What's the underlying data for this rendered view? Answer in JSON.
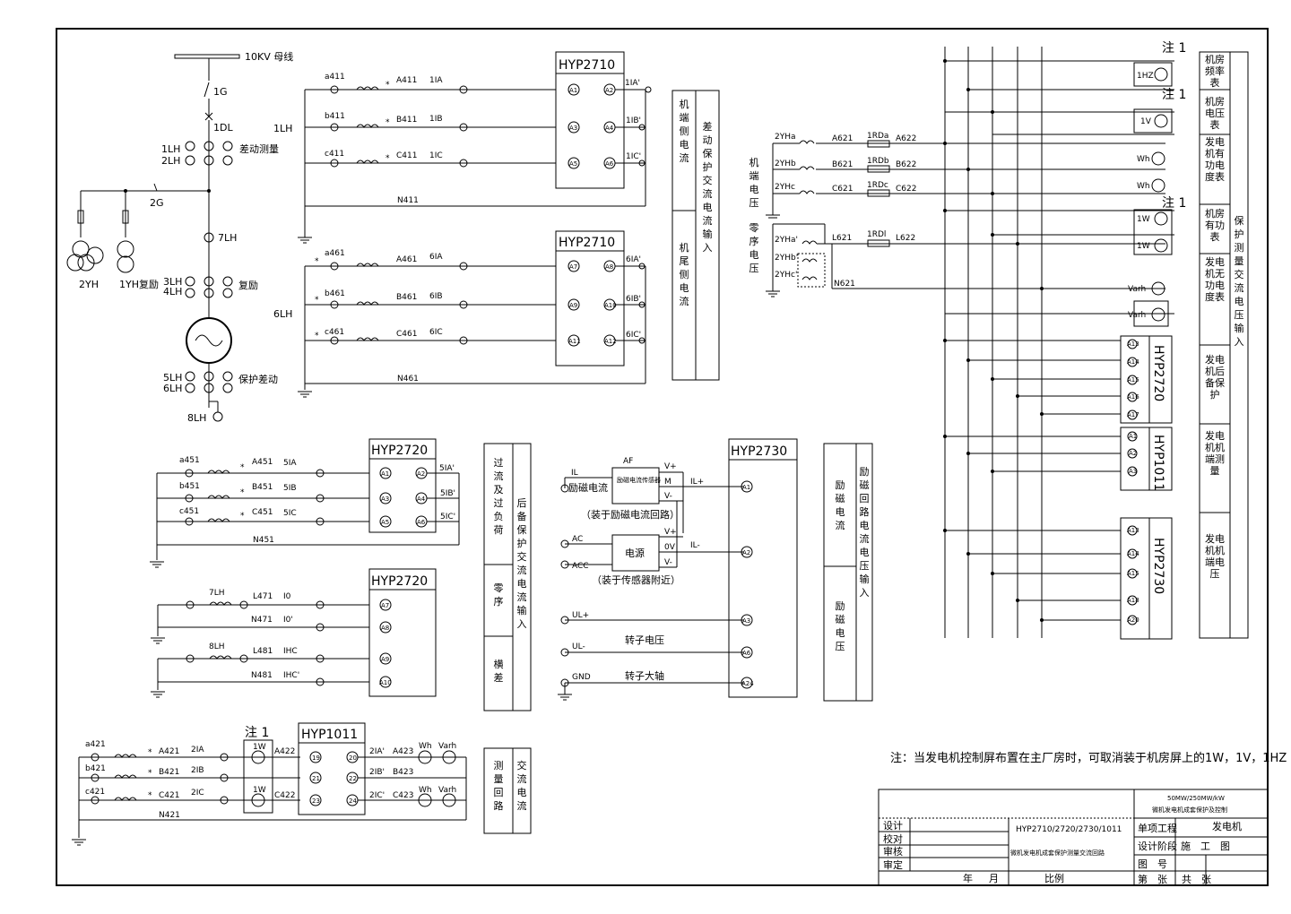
{
  "source_line": {
    "bus": "10KV 母线",
    "switch": "1G",
    "breaker": "1DL",
    "ct1": "1LH",
    "ct2": "2LH",
    "ct12_label": "差动测量",
    "pt_switch": "2G",
    "pt2": "2YH",
    "pt1": "1YH",
    "pt1_label": "复励",
    "ct7": "7LH",
    "ct3": "3LH",
    "ct4": "4LH",
    "ct34_label": "复励",
    "ct5": "5LH",
    "ct6": "6LH",
    "ct56_label": "保护差动",
    "ct8": "8LH"
  },
  "group_1lh": {
    "label": "1LH",
    "phases": [
      {
        "tag": "a411",
        "wire": "A411",
        "signal": "1IA",
        "in": "A1",
        "out": "A2",
        "return": "1IA'"
      },
      {
        "tag": "b411",
        "wire": "B411",
        "signal": "1IB",
        "in": "A3",
        "out": "A4",
        "return": "1IB'"
      },
      {
        "tag": "c411",
        "wire": "C411",
        "signal": "1IC",
        "in": "A5",
        "out": "A6",
        "return": "1IC'"
      }
    ],
    "neutral": "N411",
    "device": "HYP2710"
  },
  "group_6lh": {
    "label": "6LH",
    "phases": [
      {
        "tag": "a461",
        "wire": "A461",
        "signal": "6IA",
        "in": "A7",
        "out": "A8",
        "return": "6IA'"
      },
      {
        "tag": "b461",
        "wire": "B461",
        "signal": "6IB",
        "in": "A9",
        "out": "A10",
        "return": "6IB'"
      },
      {
        "tag": "c461",
        "wire": "C461",
        "signal": "6IC",
        "in": "A11",
        "out": "A12",
        "return": "6IC'"
      }
    ],
    "neutral": "N461",
    "device": "HYP2710"
  },
  "box_diff": {
    "left_top": "机端侧电流",
    "left_bottom": "机尾侧电流",
    "right": "差动保护交流电流输入"
  },
  "group_5lh": {
    "phases": [
      {
        "tag": "a451",
        "wire": "A451",
        "signal": "5IA",
        "in": "A1",
        "out": "A2",
        "return": "5IA'"
      },
      {
        "tag": "b451",
        "wire": "B451",
        "signal": "5IB",
        "in": "A3",
        "out": "A4",
        "return": "5IB'"
      },
      {
        "tag": "c451",
        "wire": "C451",
        "signal": "5IC",
        "in": "A5",
        "out": "A6",
        "return": "5IC'"
      }
    ],
    "neutral": "N451",
    "device": "HYP2720"
  },
  "group_zero": {
    "device": "HYP2720",
    "ct7": "7LH",
    "l471": "L471",
    "i0": "I0",
    "n471": "N471",
    "i0p": "I0'",
    "ct8": "8LH",
    "l481": "L481",
    "ihc": "IHC",
    "n481": "N481",
    "ihcp": "IHC'",
    "t1": "A7",
    "t2": "A8",
    "t3": "A9",
    "t4": "A10"
  },
  "box_backup": {
    "left_top": "过流及过负荷",
    "left_mid": "零序",
    "left_bottom": "横差",
    "right": "后备保护交流电流输入"
  },
  "group_exc": {
    "device": "HYP2730",
    "af": "AF",
    "il": "IL",
    "il_label": "励磁电流",
    "sensor": "励磁电流传感器",
    "sensor_note": "（装于励磁电流回路）",
    "vplus": "V+",
    "m": "M",
    "vminus": "V-",
    "ilplus": "IL+",
    "ilminus": "IL-",
    "ac": "AC",
    "acc": "ACC",
    "psu": "电源",
    "psu_note": "（装于传感器附近）",
    "ov": "0V",
    "vplus2": "V+",
    "vminus2": "V-",
    "ulplus": "UL+",
    "ulminus": "UL-",
    "rotor_v": "转子电压",
    "gnd": "GND",
    "rotor_shaft": "转子大轴",
    "t1": "A1",
    "t2": "A2",
    "t3": "A3",
    "t4": "A6",
    "t5": "A24"
  },
  "box_exc": {
    "left_top": "励磁电流",
    "left_bottom": "励磁电压",
    "right": "励磁回路电流电压输入"
  },
  "group_meas": {
    "note": "注 1",
    "device": "HYP1011",
    "phases": [
      {
        "tag": "a421",
        "wire": "A421",
        "signal": "2IA",
        "ret": "2IA'",
        "wire2": "A423"
      },
      {
        "tag": "b421",
        "wire": "B421",
        "signal": "2IB",
        "ret": "2IB'",
        "wire2": "B423"
      },
      {
        "tag": "c421",
        "wire": "C421",
        "signal": "2IC",
        "ret": "2IC'",
        "wire2": "C423"
      }
    ],
    "neutral": "N421",
    "w": "1W",
    "a422": "A422",
    "c422": "C422",
    "wh": "Wh",
    "varh": "Varh",
    "t1": "19",
    "t2": "20",
    "t3": "21",
    "t4": "22",
    "t5": "23",
    "t6": "24"
  },
  "box_meas": {
    "left": "测量回路",
    "right": "交流电流"
  },
  "group_pt": {
    "side_label": "机端电压",
    "side_label2": "零序电压",
    "phases": [
      {
        "pt": "2YHa",
        "wire": "A621",
        "fuse": "1RDa",
        "out": "A622"
      },
      {
        "pt": "2YHb",
        "wire": "B621",
        "fuse": "1RDb",
        "out": "B622"
      },
      {
        "pt": "2YHc",
        "wire": "C621",
        "fuse": "1RDc",
        "out": "C622"
      }
    ],
    "pt_open": "2YHa'",
    "pt_open2": "2YHb'",
    "pt_open3": "2YHc'",
    "l621": "L621",
    "fuse_l": "1RDl",
    "l622": "L622",
    "n621": "N621"
  },
  "right_meters": {
    "note1": "注 1",
    "note2": "注 1",
    "note3": "注 1",
    "hz": "1HZ",
    "v": "1V",
    "wh1": "Wh",
    "wh2": "Wh",
    "w1": "1W",
    "w2": "1W",
    "varh1": "Varh",
    "varh2": "Varh",
    "dev2720": "HYP2720",
    "dev1011": "HYP1011",
    "dev2730": "HYP2730",
    "t2720": [
      "A13",
      "A14",
      "A15",
      "A16",
      "A17"
    ],
    "t1011": [
      "A1",
      "A2",
      "A3"
    ],
    "t2730": [
      "A13",
      "A14",
      "A15",
      "A18",
      "A20"
    ]
  },
  "right_legend": {
    "items": [
      "机房频率表",
      "机房电压表",
      "发电机有功电度表",
      "机房有功表",
      "发电机无功电度表",
      "发电机后备保护",
      "发电机机端测量",
      "发电机机端电压"
    ],
    "side": "保护测量交流电压输入"
  },
  "footnote": "注：当发电机控制屏布置在主厂房时，可取消装于机房屏上的1W，1V，1HZ",
  "title_block": {
    "project_line1": "50MW/250MW/kW",
    "project_line2": "微机发电机成套保护及控制",
    "drawing_no": "HYP2710/2720/2730/1011",
    "item": "单项工程",
    "unit": "发电机",
    "r1": "设计",
    "r2": "校对",
    "r3": "审核",
    "r4": "审定",
    "phase_label": "设计阶段",
    "phase_value": "施　工　图",
    "drawing_title": "微机发电机成套保护测量交流回路",
    "fig_no": "图　号",
    "year": "年",
    "month": "月",
    "scale": "比例",
    "sheet": "第　张",
    "total": "共　张"
  }
}
